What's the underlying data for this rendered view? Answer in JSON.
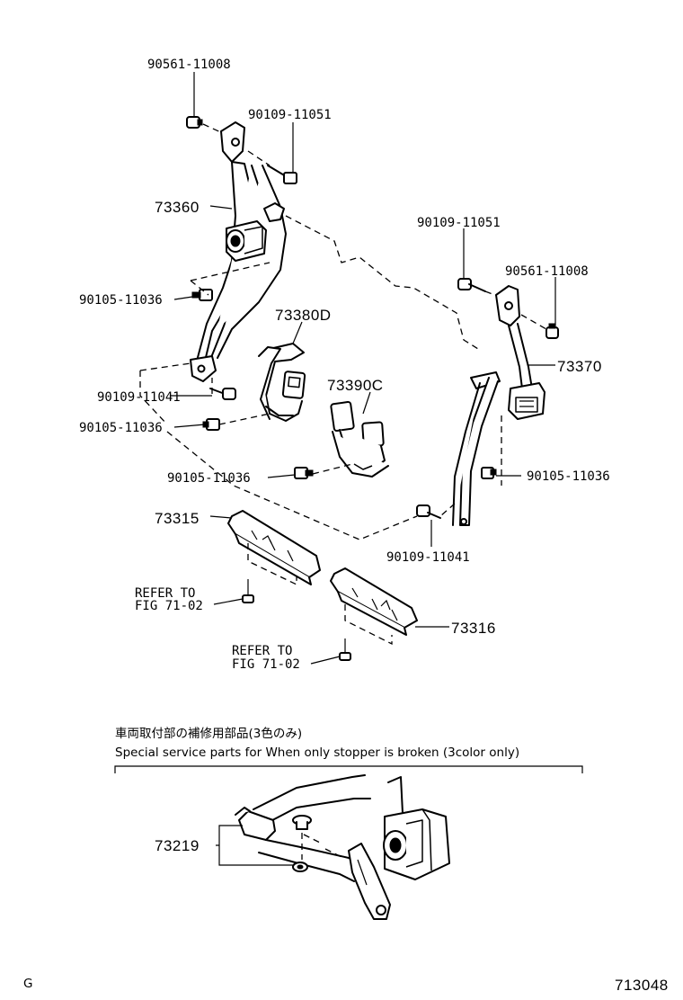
{
  "labels": {
    "top_bolt_left": "90561-11008",
    "upper_bolt_left": "90109-11051",
    "belt_left": "73360",
    "lower_bolt_left_a": "90105-11036",
    "buckle_a": "73380D",
    "lower_bolt_left_b": "90109-11041",
    "lower_bolt_left_c": "90105-11036",
    "buckle_b": "73390C",
    "center_bolt": "90105-11036",
    "upper_bolt_right": "90109-11051",
    "top_bolt_right": "90561-11008",
    "belt_right": "73370",
    "retractor_bolt_right": "90105-11036",
    "anchor_bolt_right": "90109-11041",
    "cover_left": "73315",
    "cover_right": "73316",
    "refer_left_line1": "REFER TO",
    "refer_left_line2": "FIG 71-02",
    "refer_right_line1": "REFER TO",
    "refer_right_line2": "FIG 71-02",
    "stopper_part": "73219"
  },
  "notes": {
    "japanese": "車両取付部の補修用部品(3色のみ)",
    "english": "Special service parts for When only stopper is broken (3color only)"
  },
  "footer": {
    "left_code": "G",
    "figure_number": "713048"
  }
}
